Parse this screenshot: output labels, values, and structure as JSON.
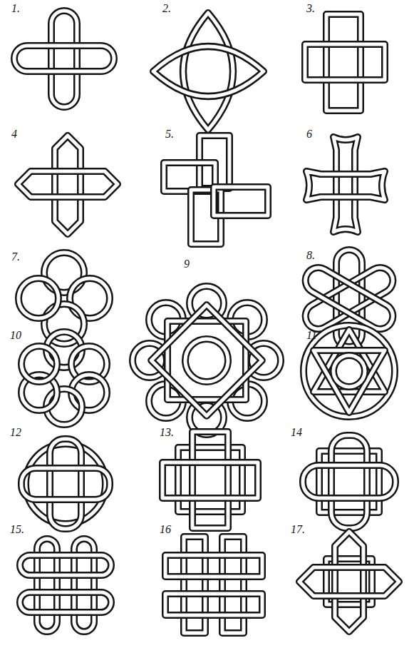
{
  "diagram": {
    "labels": [
      "1.",
      "2.",
      "3.",
      "4",
      "5.",
      "6",
      "7.",
      "8.",
      "9",
      "10",
      "11",
      "12",
      "13.",
      "14",
      "15.",
      "16",
      "17."
    ]
  }
}
